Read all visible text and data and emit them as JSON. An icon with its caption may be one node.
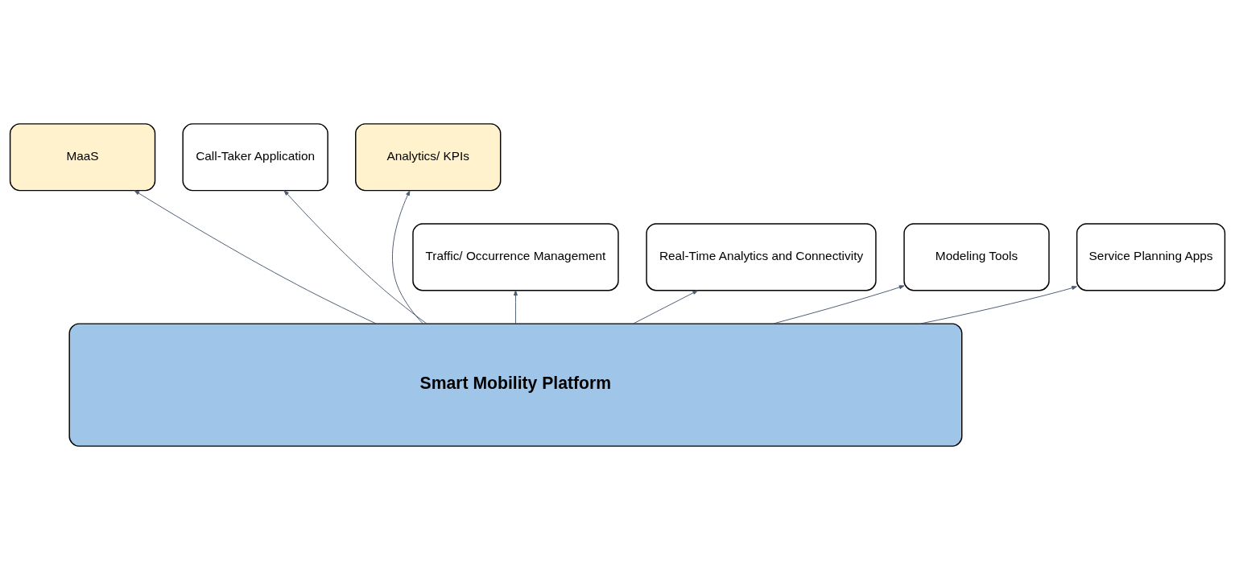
{
  "diagram": {
    "nodes": [
      {
        "text": [
          "MaaS"
        ]
      },
      {
        "text": [
          "Call-Taker Application"
        ]
      },
      {
        "text": [
          "Analytics/ KPIs"
        ]
      },
      {
        "text": [
          "Traffic/ Occurrence Management"
        ]
      },
      {
        "text": [
          "Real-Time Analytics and Connectivity"
        ]
      },
      {
        "text": [
          "Modeling Tools"
        ]
      },
      {
        "text": [
          "Service Planning Apps"
        ]
      },
      {
        "text": [
          "Smart Mobility Platform"
        ]
      }
    ],
    "edges": [
      {
        "from": 7,
        "to": 3,
        "arrow": "to"
      },
      {
        "from": 7,
        "to": 0,
        "arrow": "to"
      },
      {
        "from": 7,
        "to": 4,
        "arrow": "to"
      },
      {
        "from": 7,
        "to": 1,
        "arrow": "to"
      },
      {
        "from": 7,
        "to": 5,
        "arrow": "to"
      },
      {
        "from": 7,
        "to": 2,
        "arrow": "to"
      },
      {
        "from": 7,
        "to": 6,
        "arrow": "to"
      }
    ]
  }
}
